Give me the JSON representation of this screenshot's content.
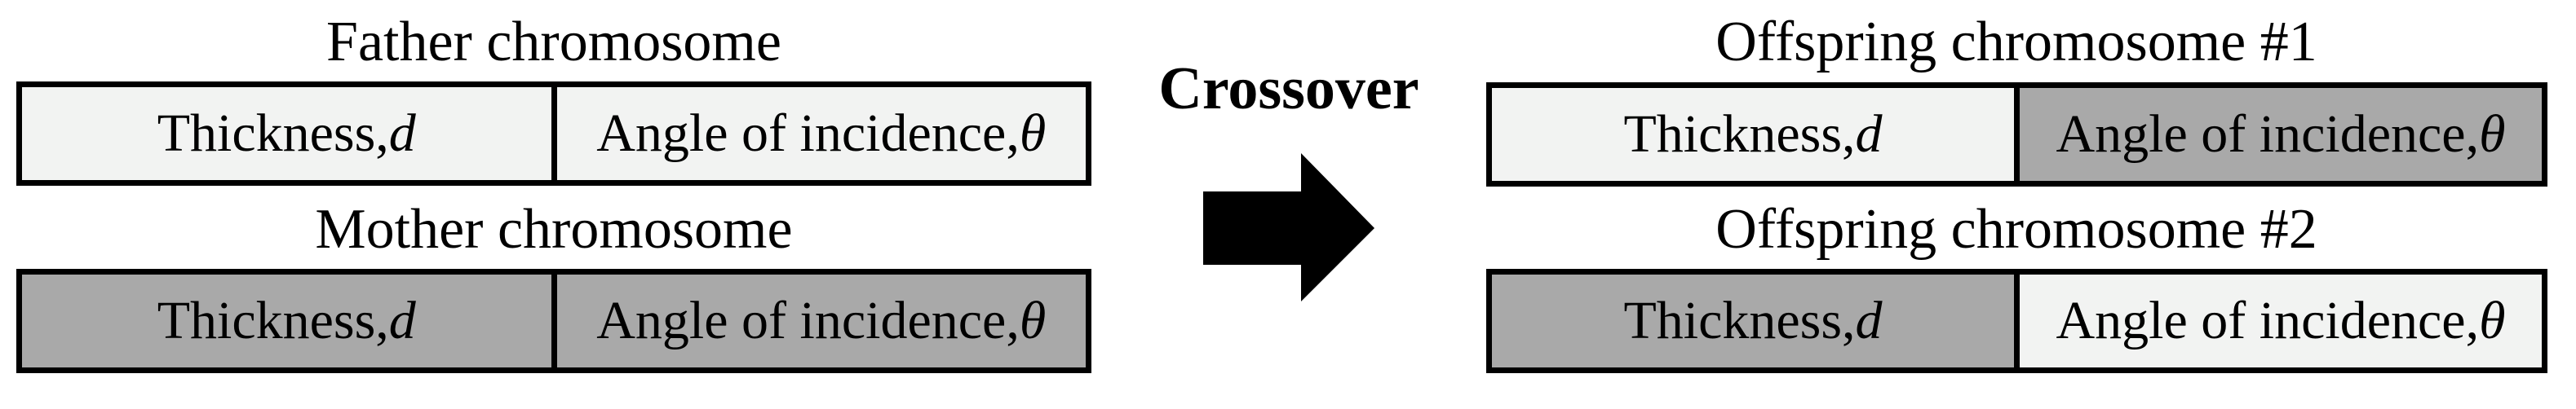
{
  "operator": {
    "label": "Crossover",
    "arrow_icon": "right-block-arrow"
  },
  "chromosomes": {
    "father": {
      "title": "Father chromosome",
      "genes": [
        {
          "prefix": "Thickness, ",
          "symbol": "d",
          "fill": "light"
        },
        {
          "prefix": "Angle of incidence, ",
          "symbol": "θ",
          "fill": "light"
        }
      ]
    },
    "mother": {
      "title": "Mother chromosome",
      "genes": [
        {
          "prefix": "Thickness, ",
          "symbol": "d",
          "fill": "dark"
        },
        {
          "prefix": "Angle of incidence, ",
          "symbol": "θ",
          "fill": "dark"
        }
      ]
    },
    "offspring1": {
      "title": "Offspring chromosome #1",
      "genes": [
        {
          "prefix": "Thickness, ",
          "symbol": "d",
          "fill": "light"
        },
        {
          "prefix": "Angle of incidence, ",
          "symbol": "θ",
          "fill": "dark"
        }
      ]
    },
    "offspring2": {
      "title": "Offspring chromosome #2",
      "genes": [
        {
          "prefix": "Thickness, ",
          "symbol": "d",
          "fill": "dark"
        },
        {
          "prefix": "Angle of incidence, ",
          "symbol": "θ",
          "fill": "light"
        }
      ]
    }
  },
  "colors": {
    "light_gene_fill": "#f2f3f2",
    "dark_gene_fill": "#a9a9a9",
    "border": "#000000",
    "arrow": "#000000",
    "text": "#000000",
    "background": "#ffffff"
  }
}
